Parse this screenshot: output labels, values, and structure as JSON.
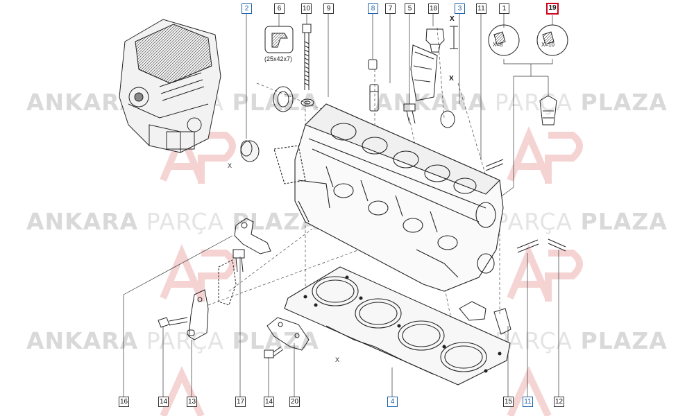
{
  "watermark": {
    "line1_a": "ANKARA",
    "line1_b": "PARÇA",
    "line1_c": "PLAZA",
    "logo_text": "AP"
  },
  "callouts_top": [
    {
      "id": "c2",
      "text": "2",
      "style": "blue"
    },
    {
      "id": "c6",
      "text": "6",
      "style": "normal"
    },
    {
      "id": "c10",
      "text": "10",
      "style": "normal"
    },
    {
      "id": "c9",
      "text": "9",
      "style": "normal"
    },
    {
      "id": "c8",
      "text": "8",
      "style": "blue"
    },
    {
      "id": "c7",
      "text": "7",
      "style": "normal"
    },
    {
      "id": "c5",
      "text": "5",
      "style": "normal"
    },
    {
      "id": "c18",
      "text": "18",
      "style": "normal"
    },
    {
      "id": "c3",
      "text": "3",
      "style": "blue"
    },
    {
      "id": "c11a",
      "text": "11",
      "style": "normal"
    },
    {
      "id": "c1",
      "text": "1",
      "style": "normal"
    },
    {
      "id": "c19",
      "text": "19",
      "style": "red"
    }
  ],
  "callouts_bottom": [
    {
      "id": "b16",
      "text": "16",
      "style": "normal"
    },
    {
      "id": "b14a",
      "text": "14",
      "style": "normal"
    },
    {
      "id": "b13",
      "text": "13",
      "style": "normal"
    },
    {
      "id": "b17",
      "text": "17",
      "style": "normal"
    },
    {
      "id": "b14b",
      "text": "14",
      "style": "normal"
    },
    {
      "id": "b20",
      "text": "20",
      "style": "normal"
    },
    {
      "id": "b4",
      "text": "4",
      "style": "blue"
    },
    {
      "id": "b15",
      "text": "15",
      "style": "normal"
    },
    {
      "id": "b11",
      "text": "11",
      "style": "blue"
    },
    {
      "id": "b12",
      "text": "12",
      "style": "normal"
    }
  ],
  "annotations": {
    "seal_size": "(25x42x7)",
    "x8": "X=8",
    "x10": "X=10",
    "x_marker": "X"
  }
}
